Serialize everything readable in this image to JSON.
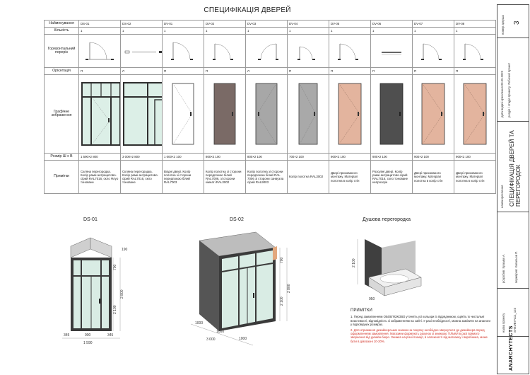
{
  "title": "СПЕЦИФІКАЦІЯ ДВЕРЕЙ",
  "row_labels": {
    "name": "Найменування",
    "qty": "Кількість",
    "plan": "Горизонтальний переріз",
    "orientation": "Орієнтація",
    "image": "Графічне зображення",
    "size": "Розмір  Ш х В",
    "notes": "Примітки"
  },
  "doors": [
    {
      "name": "DS-01",
      "qty": "1",
      "orient": "П",
      "size": "1 590×2 800",
      "note": "Скляна перегородка. Колір рами антрацитово-сірий RAL7016, скло Флуо тоноване",
      "fill": "#ffffff",
      "kind": "glass1"
    },
    {
      "name": "DS-02",
      "qty": "1",
      "orient": "Л",
      "size": "3 000×2 800",
      "note": "Скляна перегородка. Колір рами антрацитово-сірий RAL7016, скло тоноване",
      "fill": "#ffffff",
      "kind": "glass2"
    },
    {
      "name": "DV-01",
      "qty": "1",
      "orient": "П",
      "size": "1 000×2 100",
      "note": "Вхідні двері. Колір полотна зі сторони передпокою білий RAL7003",
      "fill": "#ffffff",
      "kind": "door"
    },
    {
      "name": "DV-02",
      "qty": "1",
      "orient": "П",
      "size": "800×2 100",
      "note": "Колір полотна зі сторони передпокою білий RAL7006, зі сторони кімнаті RAL3002",
      "fill": "#7a6a66",
      "kind": "door"
    },
    {
      "name": "DV-03",
      "qty": "1",
      "orient": "Л",
      "size": "800×2 100",
      "note": "Колір полотна зі сторони передпокою білий RAL 7006 зі сторони санвузла сірий RAL9003",
      "fill": "#a7a7a7",
      "kind": "door"
    },
    {
      "name": "DV-04",
      "qty": "1",
      "orient": "П",
      "size": "700×2 100",
      "note": "Колір полотна RAL3002",
      "fill": "#a9a9a9",
      "kind": "door"
    },
    {
      "name": "DV-05",
      "qty": "1",
      "orient": "П",
      "size": "900×2 100",
      "note": "Двері прихованого монтажу. Матеріал полотна в колір стін",
      "fill": "#e3b49e",
      "kind": "door"
    },
    {
      "name": "DV-06",
      "qty": "1",
      "orient": "П",
      "size": "900×2 100",
      "note": "Розсувні двері. Колір рами антрацитово-сірий RAL7016, скло тоноване непрозоре",
      "fill": "#4f4f4f",
      "kind": "door"
    },
    {
      "name": "DV-07",
      "qty": "1",
      "orient": "П",
      "size": "900×2 100",
      "note": "Двері прихованого монтажу. Матеріал полотна в колір стін",
      "fill": "#e3b49e",
      "kind": "door"
    },
    {
      "name": "DV-08",
      "qty": "1",
      "orient": "П",
      "size": "900×2 100",
      "note": "Двері прихованого монтажу. Матеріал полотна в колір стін",
      "fill": "#e3b49e",
      "kind": "door"
    }
  ],
  "views": {
    "ds01": "DS-01",
    "ds02": "DS-02",
    "shower": "Душова перегородка"
  },
  "dims": {
    "ds01_h_top": "700",
    "ds01_h_total": "2 800",
    "ds01_h_bottom": "2 100",
    "ds01_w_a": "345",
    "ds01_w_b": "900",
    "ds01_w_c": "345",
    "ds01_w_total": "1 590",
    "ds01_small": "190",
    "ds02_h_top": "700",
    "ds02_h_total": "2 800",
    "ds02_h_bottom": "2 100",
    "ds02_w_a": "1000",
    "ds02_w_b": "1000",
    "ds02_w_c": "1000",
    "ds02_w_total": "3 000",
    "sh_h": "2 100",
    "sh_w": "950"
  },
  "notes": {
    "heading": "ПРИМІТКИ",
    "line1": "1. Перед замовленням ОБОВ'ЯЗКОВО уточніть усі кольори із підрядником, оцініть їх чистальні властивості, відповідність зі зображенням на сайті. У разі необхідності, можна замінити на аналоги у відповідних розмірах.",
    "line2": "2. Для отримання дизайнерських знижок на покупку необхідно звернутися до дизайнера перед оформленням замовлення. Магазини формують рахунок зі знижкою ТІЛЬКИ в разі прямого звернення від дизайн-бюро. Знижка на різні позиції, в залежності від магазину і виробника, може бути в діапазоні 10-20%."
  },
  "title_block": {
    "sheet_label": "номер аркуша",
    "sheet_no": "3",
    "project_meta": "дата видачі креслення 09.05.2023",
    "phase": "розділ / стадія проекту: Робочий проект",
    "drawing_label": "назва креслення",
    "drawing_name": "СПЕЦИФІКАЦІЯ ДВЕРЕЙ ТА ПЕРЕГОРОДОК",
    "developer": "розробив: Кузьмук А.",
    "checker": "перевірив: Ковальов П.",
    "project_label": "назва проекту",
    "project_code": "SHEUBYNC1_123",
    "logo": "ANARCHYTECTS"
  },
  "colors": {
    "frame": "#2f2f2f",
    "glass": "#dcefe7",
    "note_red": "#d12f24"
  }
}
